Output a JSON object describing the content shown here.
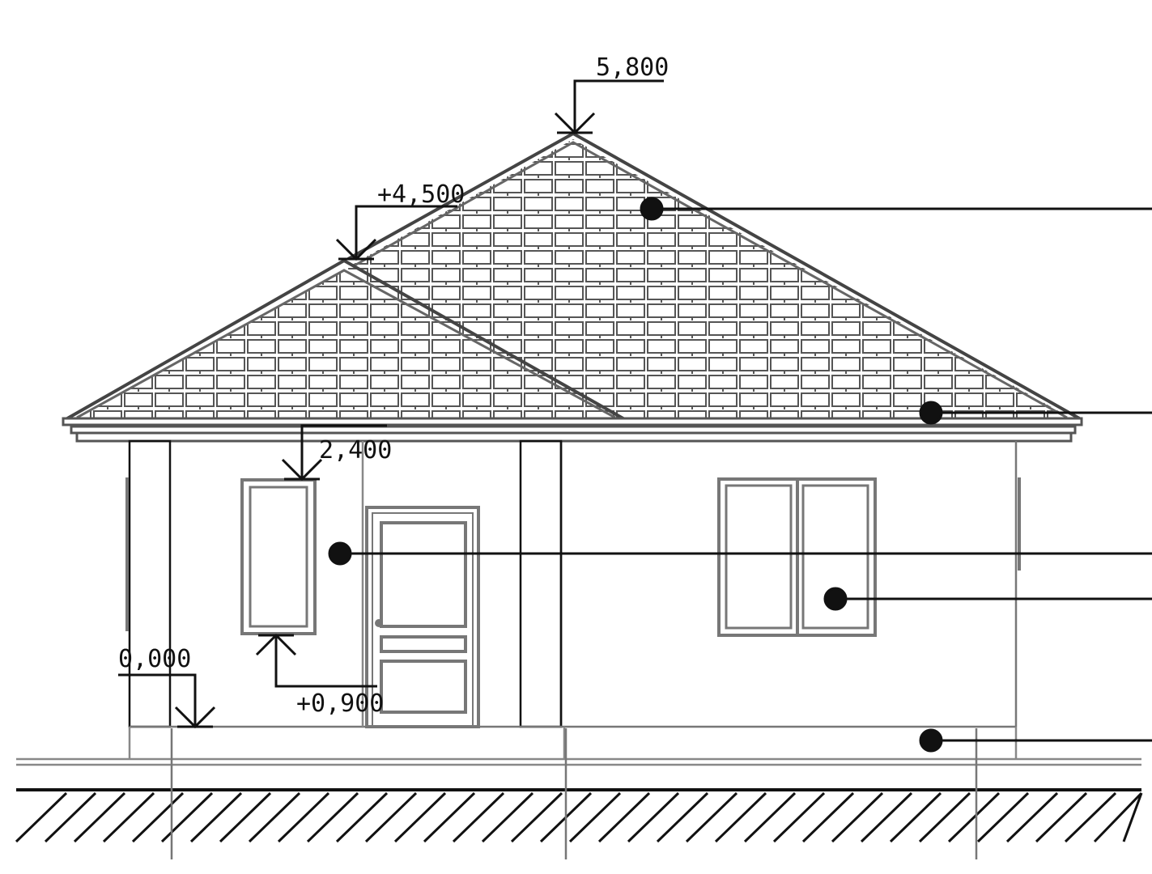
{
  "drawing": {
    "elevations": {
      "ridge_main": "5,800",
      "ridge_gable": "+4,500",
      "window_top": "2,400",
      "ground": "0,000",
      "window_sill": "+0,900"
    },
    "colors": {
      "line": "#111111",
      "gray": "#8a8a8a",
      "tile": "#555555"
    }
  }
}
